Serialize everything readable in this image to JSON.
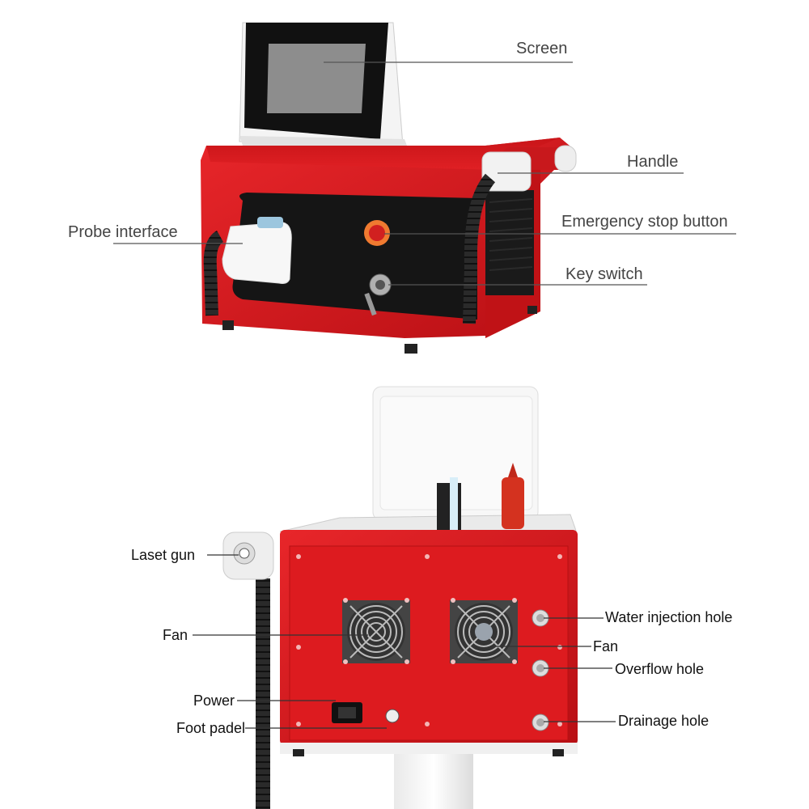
{
  "top_view": {
    "labels": {
      "screen": "Screen",
      "handle": "Handle",
      "probe_interface": "Probe interface",
      "emergency_stop": "Emergency stop button",
      "key_switch": "Key switch"
    }
  },
  "back_view": {
    "labels": {
      "laser_gun": "Laset gun",
      "fan_left": "Fan",
      "power": "Power",
      "foot_pedal": "Foot padel",
      "water_injection": "Water injection hole",
      "fan_right": "Fan",
      "overflow": "Overflow hole",
      "drainage": "Drainage hole"
    }
  },
  "colors": {
    "body_red": "#d8161a",
    "panel_black": "#151515",
    "cable": "#2a2a2a",
    "label_text": "#444444"
  }
}
